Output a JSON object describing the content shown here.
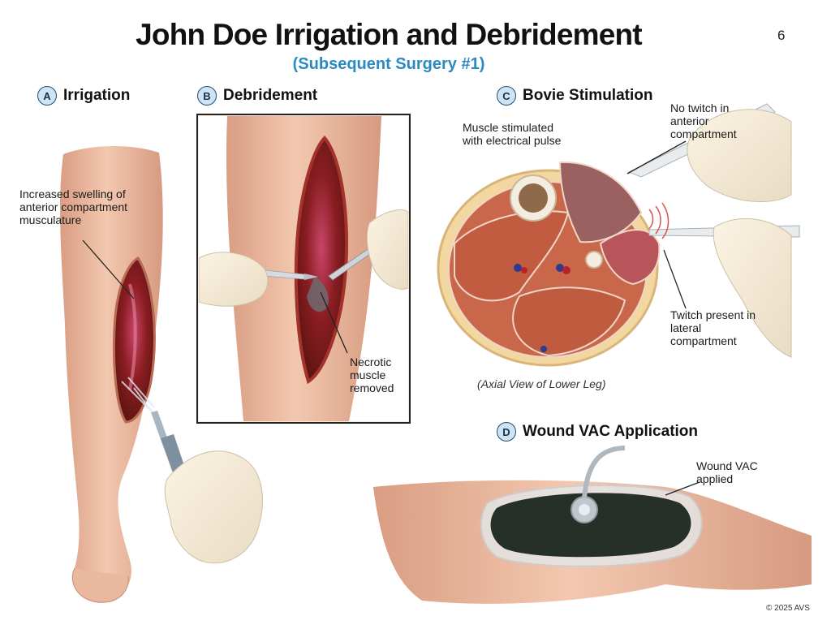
{
  "header": {
    "title": "John Doe Irrigation and Debridement",
    "subtitle": "(Subsequent Surgery #1)",
    "page_number": "6"
  },
  "panels": {
    "a": {
      "letter": "A",
      "title": "Irrigation",
      "annotation": "Increased swelling of anterior compartment musculature"
    },
    "b": {
      "letter": "B",
      "title": "Debridement",
      "annotation": "Necrotic muscle removed"
    },
    "c": {
      "letter": "C",
      "title": "Bovie Stimulation",
      "annotation_stimulated": "Muscle stimulated with electrical pulse",
      "annotation_no_twitch": "No twitch in anterior compartment",
      "annotation_twitch": "Twitch present in lateral compartment",
      "caption": "(Axial View of Lower Leg)"
    },
    "d": {
      "letter": "D",
      "title": "Wound VAC Application",
      "annotation": "Wound VAC applied"
    }
  },
  "footer": {
    "copyright": "© 2025 AVS"
  },
  "colors": {
    "accent": "#2a8ac2",
    "skin": "#efbfa6",
    "wound": "#8e1f1d",
    "muscle": "#c9674a",
    "sponge": "#263029"
  }
}
